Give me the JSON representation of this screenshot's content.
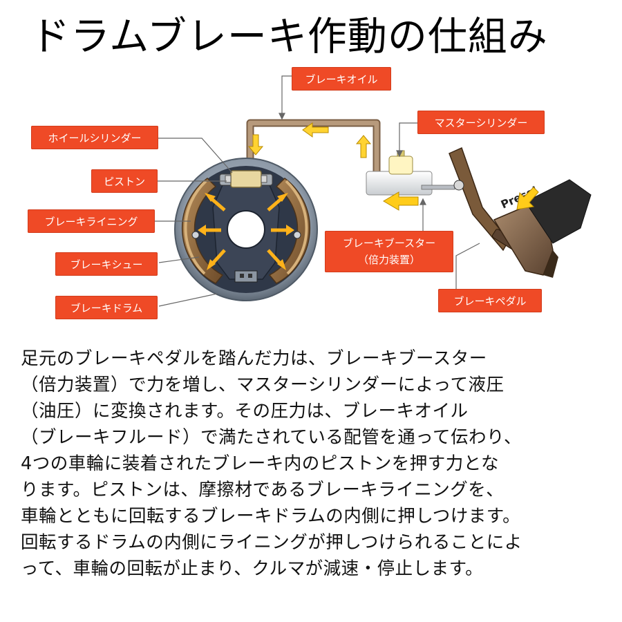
{
  "title": "ドラムブレーキ作動の仕組み",
  "press_text": "Press!",
  "labels": {
    "brake_oil": "ブレーキオイル",
    "master_cylinder": "マスターシリンダー",
    "wheel_cylinder": "ホイールシリンダー",
    "piston": "ピストン",
    "brake_lining": "ブレーキライニング",
    "brake_shoe": "ブレーキシュー",
    "brake_drum": "ブレーキドラム",
    "brake_booster": "ブレーキブースター",
    "brake_booster_sub": "（倍力装置）",
    "brake_pedal": "ブレーキペダル"
  },
  "description": [
    "足元のブレーキペダルを踏んだ力は、ブレーキブースター",
    "（倍力装置）で力を増し、マスターシリンダーによって液圧",
    "（油圧）に変換されます。その圧力は、ブレーキオイル",
    "（ブレーキフルード）で満たされている配管を通って伝わり、",
    "4つの車輪に装着されたブレーキ内のピストンを押す力とな",
    "ります。ピストンは、摩擦材であるブレーキライニングを、",
    "車輪とともに回転するブレーキドラムの内側に押しつけます。",
    "回転するドラムの内側にライニングが押しつけられることによ",
    "って、車輪の回転が止まり、クルマが減速・停止します。"
  ],
  "colors": {
    "callout": "#ef4a26",
    "drum_rim": "#8e9aa8",
    "drum_inner": "#2f3848",
    "brake_shoe": "#8a6238",
    "pipe": "#a7896a",
    "flow_arrow": "#ffc21a",
    "pedal": "#7a5a3a"
  }
}
